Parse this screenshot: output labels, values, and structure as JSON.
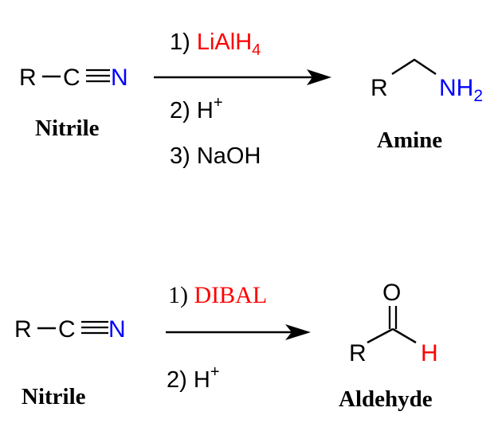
{
  "colors": {
    "black": "#000000",
    "nitrogen": "#0000ff",
    "reagent": "#ff0000"
  },
  "reaction1": {
    "reactant": {
      "r": "R",
      "c": "C",
      "n": "N",
      "label": "Nitrile"
    },
    "conditions": {
      "step1_num": "1)",
      "step1_reagent": "LiAlH",
      "step1_sub": "4",
      "step2_num": "2)",
      "step2_reagent": "H",
      "step2_sup": "+",
      "step3_num": "3)",
      "step3_reagent": "NaOH"
    },
    "product": {
      "r": "R",
      "nh": "NH",
      "sub": "2",
      "label": "Amine"
    }
  },
  "reaction2": {
    "reactant": {
      "r": "R",
      "c": "C",
      "n": "N",
      "label": "Nitrile"
    },
    "conditions": {
      "step1_num": "1)",
      "step1_reagent": "DIBAL",
      "step2_num": "2)",
      "step2_reagent": "H",
      "step2_sup": "+"
    },
    "product": {
      "r": "R",
      "o": "O",
      "h": "H",
      "label": "Aldehyde"
    }
  }
}
